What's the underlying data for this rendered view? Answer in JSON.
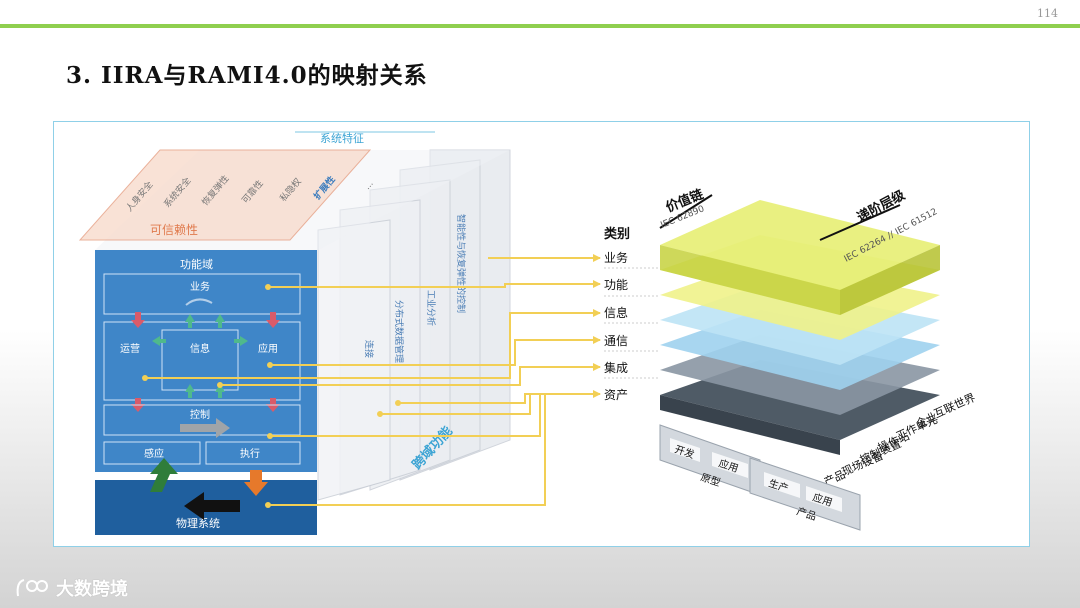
{
  "page_number": "114",
  "title": "3. IIRA与RAMI4.0的映射关系",
  "iira": {
    "system_characteristics": "系统特征",
    "trustworthiness": "可信赖性",
    "characteristics": [
      "人身安全",
      "系统安全",
      "恢复弹性",
      "可靠性",
      "私隐权",
      "扩展性",
      "..."
    ],
    "functional_domain": "功能域",
    "domains": {
      "business": "业务",
      "operations": "运营",
      "information": "信息",
      "application": "应用",
      "control": "控制",
      "sense": "感应",
      "actuate": "执行"
    },
    "physical_system": "物理系统",
    "crosscutting": "跨域功能",
    "crosscutting_items": [
      "连接",
      "分布式数据管理",
      "工业分析",
      "智能性与恢复弹性的控制"
    ]
  },
  "rami": {
    "category_header": "类别",
    "categories": [
      "业务",
      "功能",
      "信息",
      "通信",
      "集成",
      "资产"
    ],
    "value_chain": "价值链",
    "value_chain_std": "IEC 62890",
    "hierarchy": "递阶层级",
    "hierarchy_std": "IEC 62264 // IEC 61512",
    "hierarchy_levels": [
      "互联世界",
      "企业",
      "工作单元",
      "操作站",
      "控制装置",
      "现场设备",
      "产品"
    ],
    "lifecycle": [
      "开发",
      "应用",
      "原型",
      "生产",
      "应用",
      "产品"
    ]
  },
  "watermark": "大数跨境",
  "colors": {
    "accent_green": "#8fcf4f",
    "arrow_yellow": "#f2cf55",
    "domain_blue": "#3f86c8",
    "physical_blue": "#1f5f9e"
  }
}
